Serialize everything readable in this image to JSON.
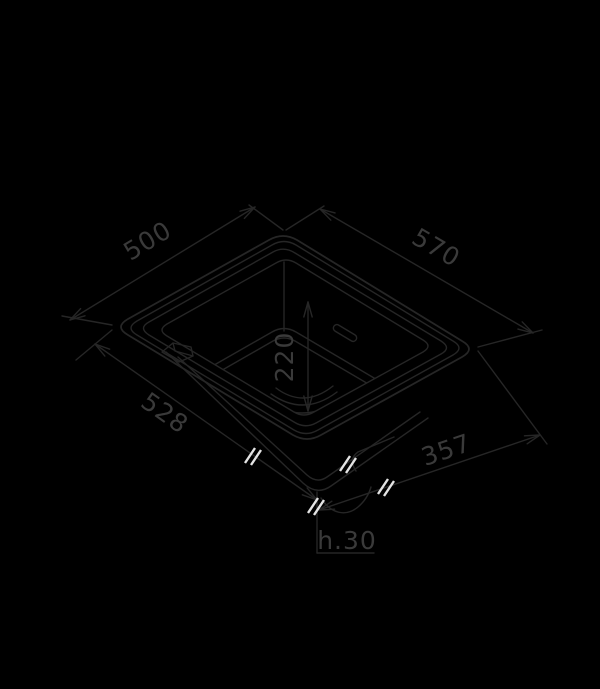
{
  "diagram": {
    "type": "isometric-technical-drawing",
    "subject": "undermount sink bowl dimension drawing",
    "labels": {
      "width_top_left": "500",
      "width_top_right": "570",
      "depth_vertical": "220",
      "width_bottom_left": "528",
      "width_bottom_right": "357",
      "rim_height": "h.30"
    },
    "colors": {
      "background": "#000000",
      "line": "#262626",
      "label_text": "#3a3a3a",
      "break_mark": "#e4e4e4"
    }
  }
}
